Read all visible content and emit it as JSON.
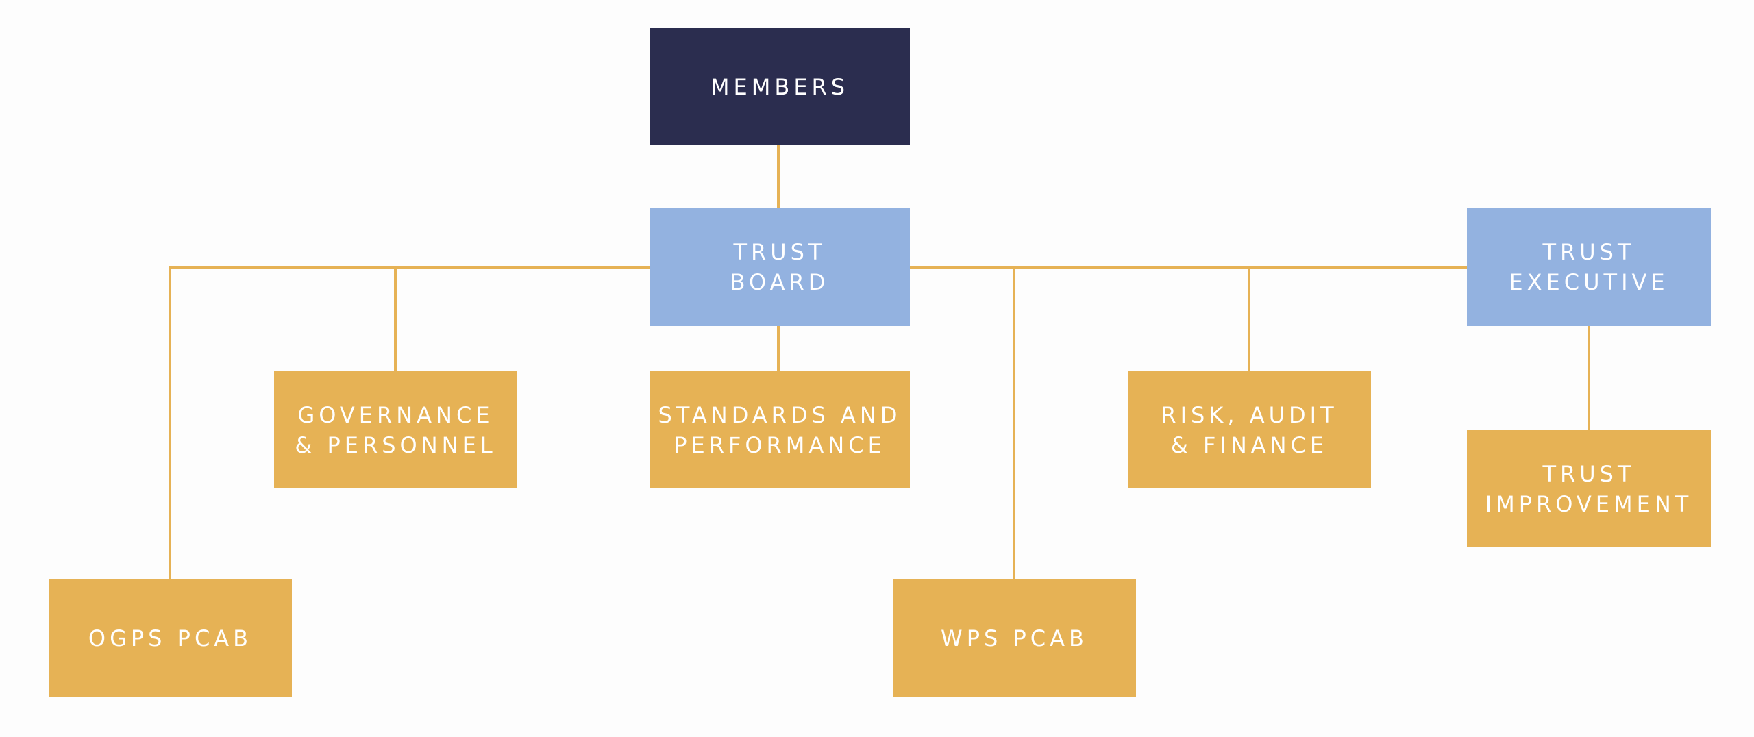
{
  "colors": {
    "navy": "#2b2d4f",
    "blue": "#93b2e0",
    "gold": "#e6b255",
    "connector": "#e6b255",
    "text": "#ffffff",
    "background": "#fdfdfd"
  },
  "nodes": {
    "members": {
      "label": "MEMBERS"
    },
    "board": {
      "label": "TRUST\nBOARD"
    },
    "executive": {
      "label": "TRUST\nEXECUTIVE"
    },
    "governance": {
      "label": "GOVERNANCE\n& PERSONNEL"
    },
    "standards": {
      "label": "STANDARDS AND\nPERFORMANCE"
    },
    "risk": {
      "label": "RISK, AUDIT\n& FINANCE"
    },
    "improvement": {
      "label": "TRUST\nIMPROVEMENT"
    },
    "ogps": {
      "label": "OGPS PCAB"
    },
    "wps": {
      "label": "WPS PCAB"
    }
  },
  "edges": [
    [
      "members",
      "board"
    ],
    [
      "board",
      "executive"
    ],
    [
      "board",
      "governance"
    ],
    [
      "board",
      "standards"
    ],
    [
      "board",
      "risk"
    ],
    [
      "board",
      "ogps"
    ],
    [
      "board",
      "wps"
    ],
    [
      "executive",
      "improvement"
    ]
  ]
}
